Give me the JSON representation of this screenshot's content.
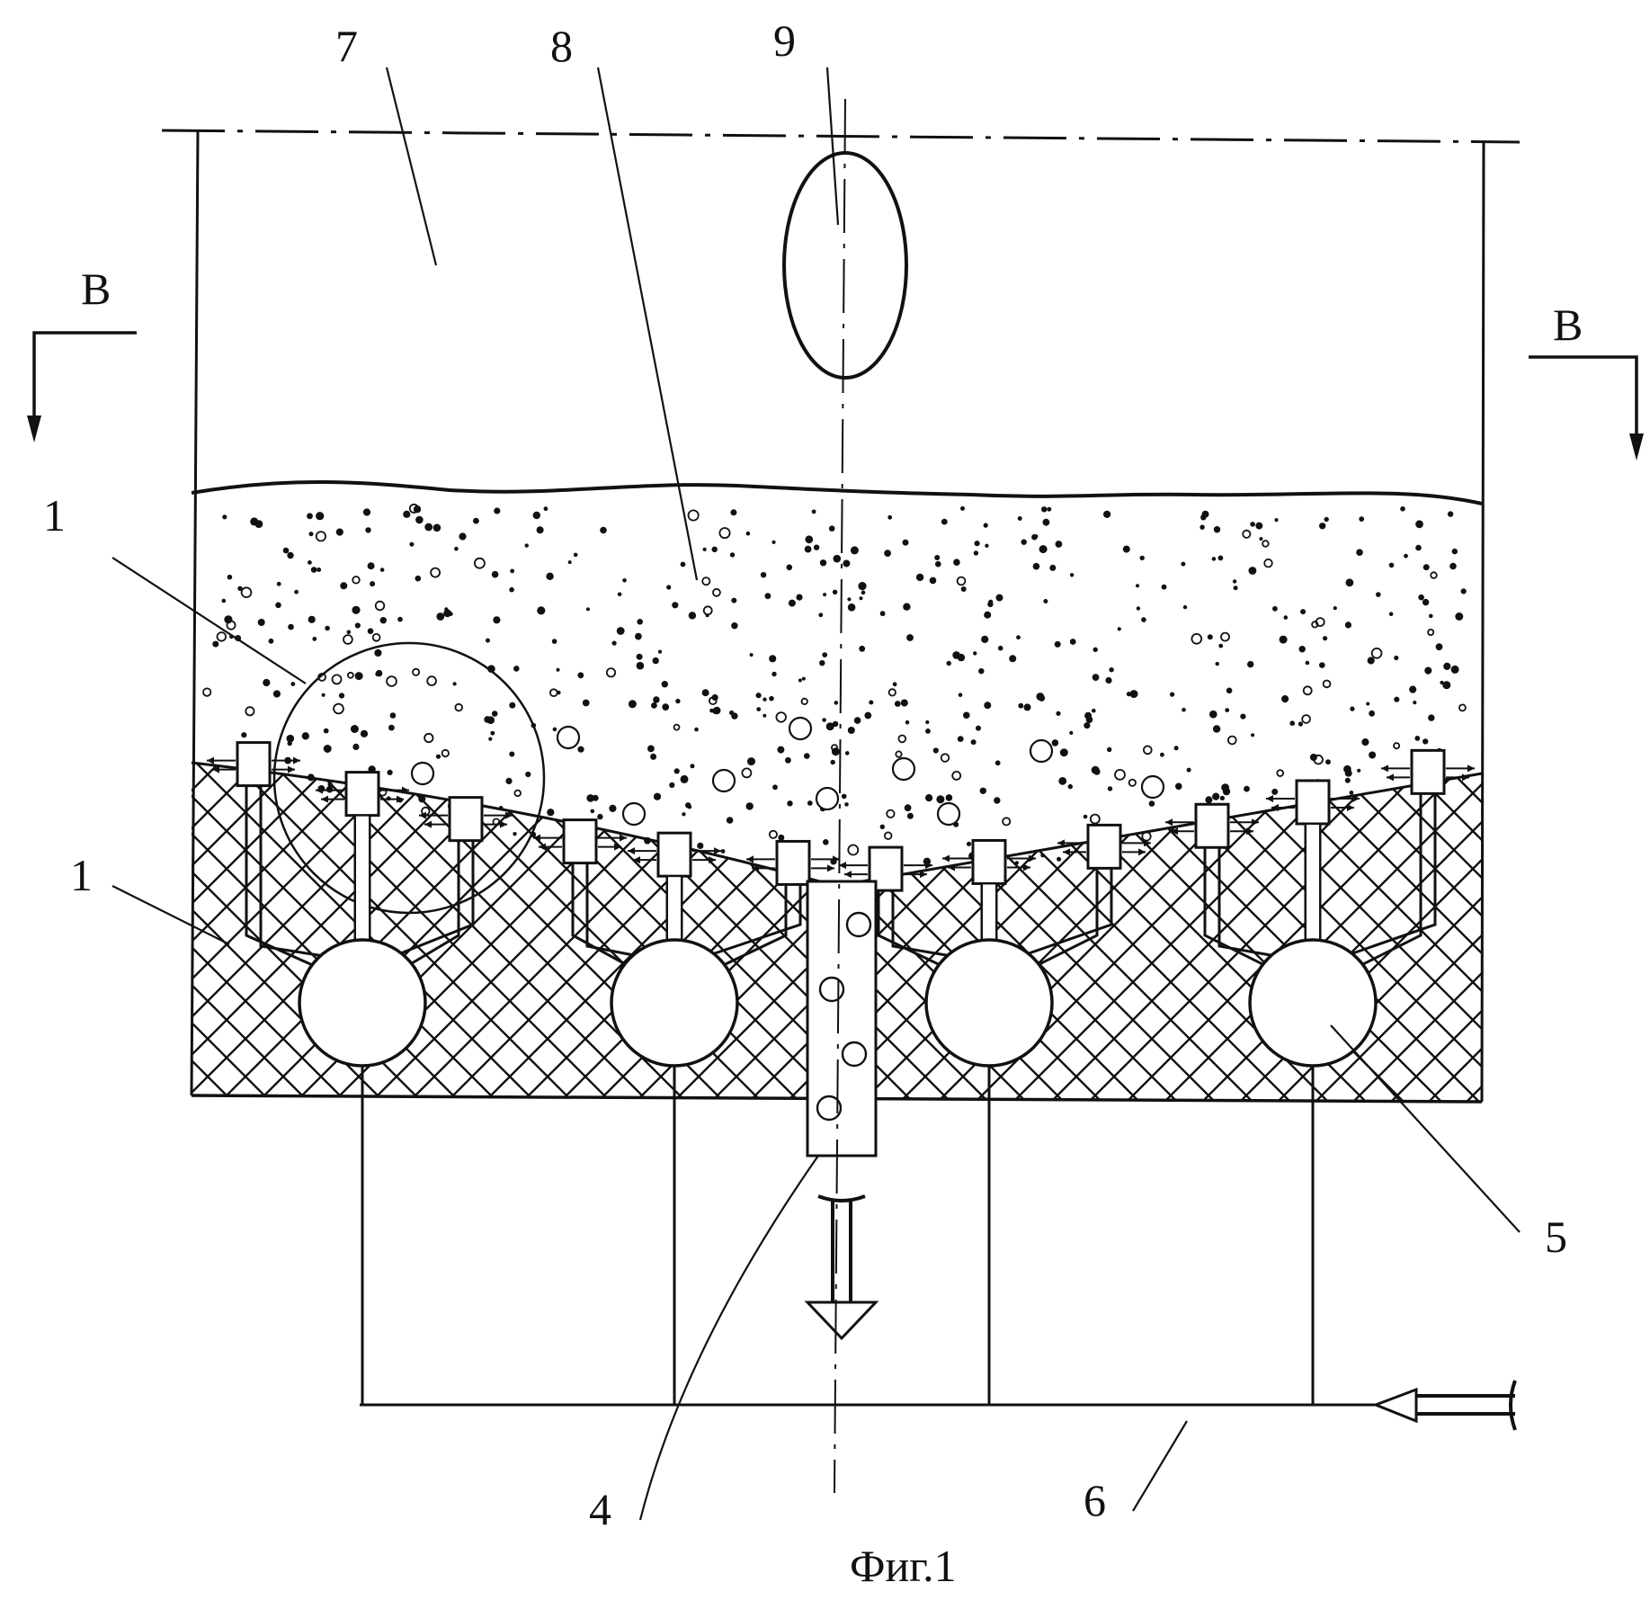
{
  "diagram": {
    "labels": {
      "l7": "7",
      "l8": "8",
      "l9": "9",
      "l1a": "1",
      "l1b": "1",
      "l4": "4",
      "l5": "5",
      "l6": "6",
      "b_left": "B",
      "b_right": "B"
    },
    "caption": "Фиг.1"
  }
}
